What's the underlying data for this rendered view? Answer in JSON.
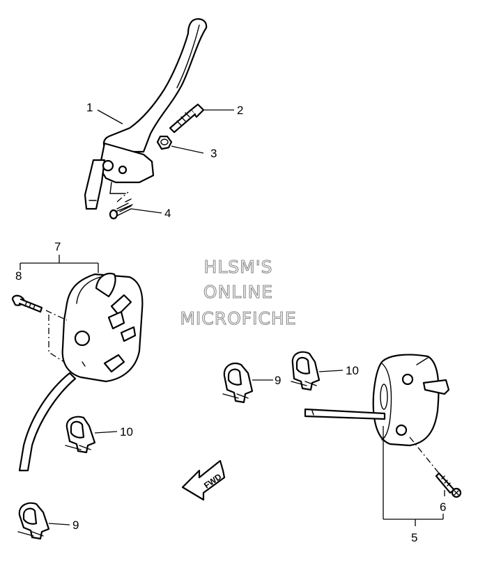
{
  "watermark": {
    "line1": "HLSM'S",
    "line2": "ONLINE",
    "line3": "MICROFICHE"
  },
  "direction_arrow": {
    "label": "FWD"
  },
  "callouts": {
    "c1": "1",
    "c2": "2",
    "c3": "3",
    "c4": "4",
    "c5": "5",
    "c6": "6",
    "c7": "7",
    "c8": "8",
    "c9a": "9",
    "c9b": "9",
    "c10a": "10",
    "c10b": "10"
  }
}
